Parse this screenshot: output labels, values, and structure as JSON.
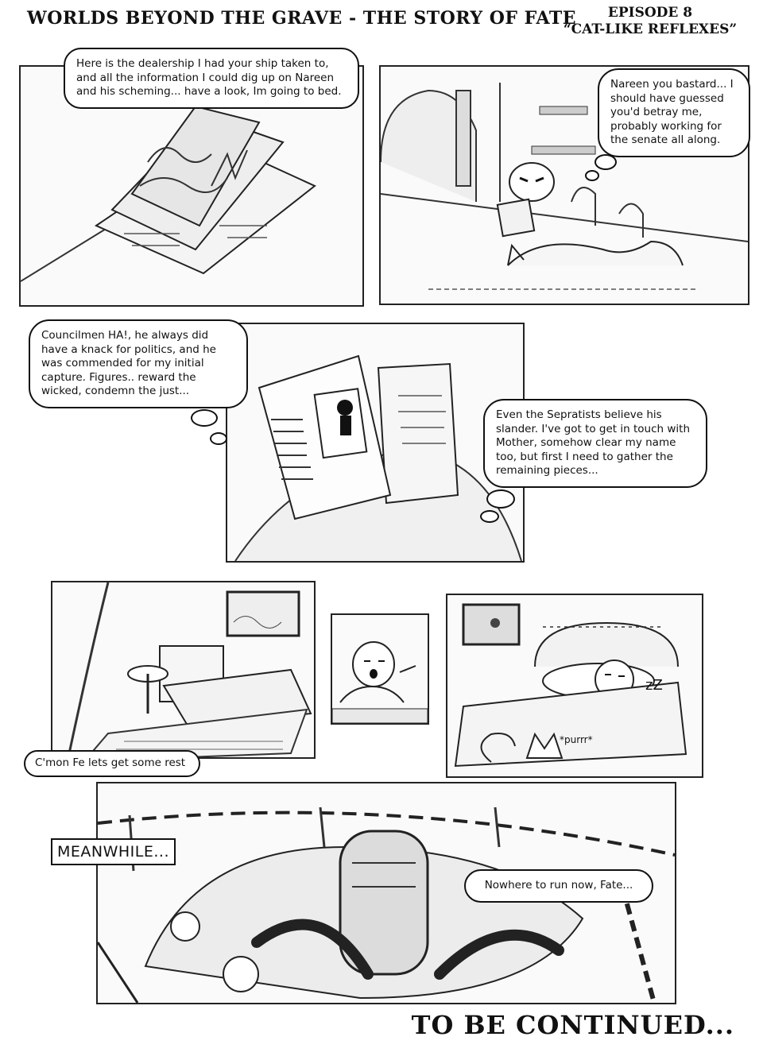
{
  "header": {
    "title": "WORLDS BEYOND THE GRAVE - THE STORY OF FATE",
    "episode": "EPISODE 8",
    "episode_title": "“CAT-LIKE REFLEXES”"
  },
  "panel1": {
    "speech": "Here is the dealership I had your ship taken to, and all the information I could dig up on Nareen and his scheming... have a look, Im going to bed."
  },
  "panel2": {
    "thought": "Nareen you bastard... I should have guessed you'd betray me, probably working for the senate all along."
  },
  "panel3": {
    "thought_left": "Councilmen HA!, he always did have a knack for politics, and he was commended for my initial capture. Figures.. reward the wicked, condemn the just...",
    "thought_right": "Even the Sepratists believe his slander. I've got to get in touch with Mother, somehow clear my name too, but first I need to gather the remaining pieces..."
  },
  "panel4": {
    "speech": "C'mon Fe lets get some rest"
  },
  "panel6": {
    "sfx_purr": "*purrr*",
    "sfx_snore": "zZ"
  },
  "panel7": {
    "caption": "MEANWHILE...",
    "speech": "Nowhere to run now, Fate..."
  },
  "footer": {
    "to_be_continued": "TO BE CONTINUED..."
  }
}
